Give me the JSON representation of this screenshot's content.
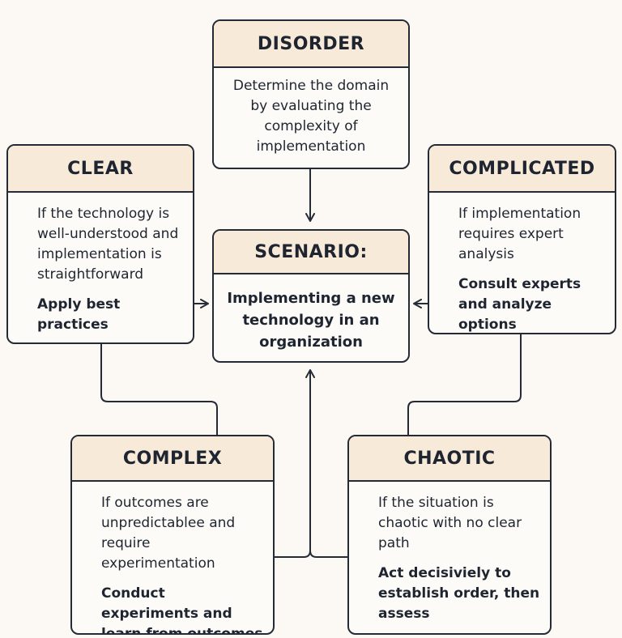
{
  "disorder": {
    "title": "DISORDER",
    "description": "Determine the domain by evaluating the complexity of implementation"
  },
  "scenario": {
    "title": "SCENARIO:",
    "description": "Implementing a new technology in an organization"
  },
  "clear": {
    "title": "CLEAR",
    "condition": "If the technology is well-understood and implementation is straightforward",
    "action": "Apply best practices"
  },
  "complicated": {
    "title": "COMPLICATED",
    "condition": "If implementation requires expert analysis",
    "action": "Consult experts and analyze options"
  },
  "complex": {
    "title": "COMPLEX",
    "condition": "If outcomes are unpredictablee and require experimentation",
    "action": "Conduct experiments and learn from outcomes"
  },
  "chaotic": {
    "title": "CHAOTIC",
    "condition": "If the situation is chaotic with no clear path",
    "action": "Act decisiviely to establish order, then assess"
  },
  "colors": {
    "background": "#fcf9f5",
    "header": "#f8ead8",
    "border": "#242b36",
    "text": "#1e2530"
  }
}
